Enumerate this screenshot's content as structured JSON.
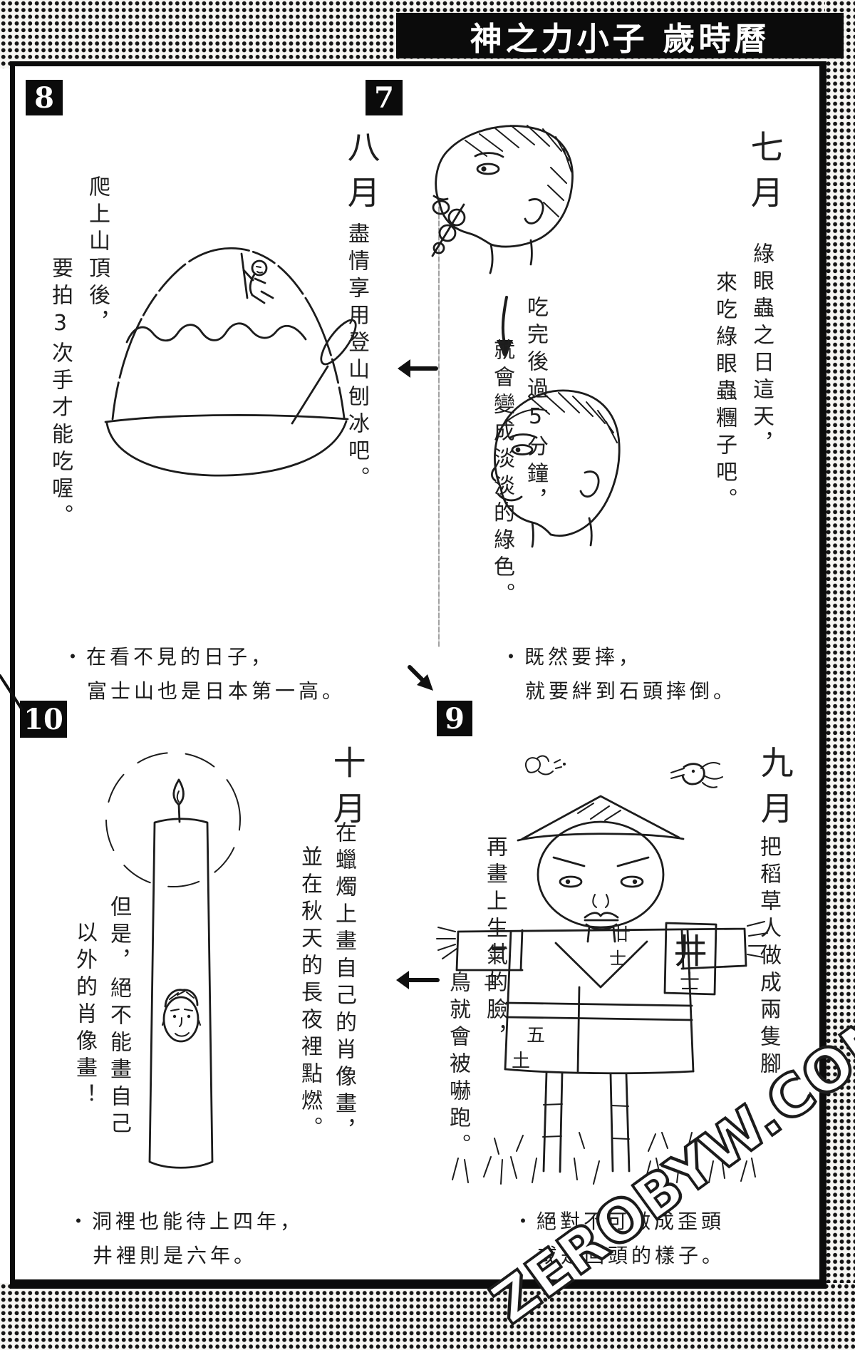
{
  "header": {
    "series_title": "神之力小子 歲時曆"
  },
  "watermark": "ZEROBYW.COM",
  "panels": [
    {
      "number": "7",
      "month": "七月",
      "caption_cols": [
        "綠眼蟲之日這天，",
        "來吃綠眼蟲糰子吧。"
      ],
      "mid_cols": [
        "吃完後過5分鐘，",
        "就會變成淡淡的綠色。"
      ],
      "note_lines": [
        "・既然要摔，",
        "就要絆到石頭摔倒。"
      ]
    },
    {
      "number": "8",
      "month": "八月",
      "caption_cols": [
        "盡情享用登山刨冰吧。"
      ],
      "side_cols": [
        "爬上山頂後，",
        "要拍3次手才能吃喔。"
      ],
      "note_lines": [
        "・在看不見的日子，",
        "富士山也是日本第一高。"
      ]
    },
    {
      "number": "9",
      "month": "九月",
      "caption_cols": [
        "把稻草人做成兩隻腳，"
      ],
      "mid_cols": [
        "再畫上生氣的臉，",
        "鳥就會被嚇跑。"
      ],
      "note_lines": [
        "・絕對不可做成歪頭",
        "或是回頭的樣子。"
      ]
    },
    {
      "number": "10",
      "month": "十月",
      "caption_cols": [
        "在蠟燭上畫自己的肖像畫，",
        "並在秋天的長夜裡點燃。"
      ],
      "side_cols": [
        "但是，絕不能畫自己",
        "以外的肖像畫！"
      ],
      "note_lines": [
        "・洞裡也能待上四年，",
        "井裡則是六年。"
      ]
    }
  ],
  "deco": {
    "scarecrow_chars": [
      "廿",
      "土",
      "廿",
      "士",
      "井",
      "士",
      "五",
      "土"
    ]
  },
  "colors": {
    "ink": "#1c1c1c",
    "paper": "#ffffff",
    "badge_bg": "#0b0b0b",
    "badge_fg": "#ffffff",
    "halftone_dot": "#141414"
  }
}
